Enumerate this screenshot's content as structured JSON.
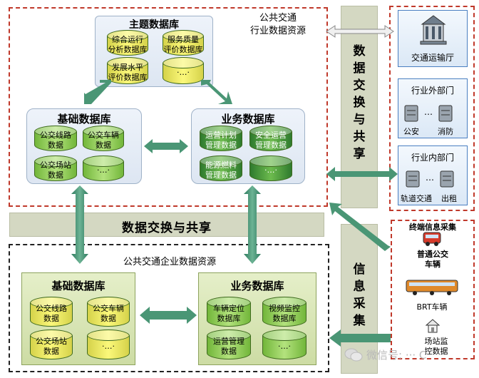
{
  "industry": {
    "title_line1": "公共交通",
    "title_line2": "行业数据资源",
    "theme_db": {
      "title": "主题数据库",
      "items": [
        "综合运行\n分析数据库",
        "服务质量\n评价数据库",
        "发展水平\n评价数据库",
        "·…·"
      ]
    },
    "basic_db": {
      "title": "基础数据库",
      "items": [
        "公交线路\n数据",
        "公交车辆\n数据",
        "公交场站\n数据",
        "·…·"
      ]
    },
    "business_db": {
      "title": "业务数据库",
      "items": [
        "运营计划\n管理数据",
        "安全运营\n管理数据",
        "能源燃料\n管理数据",
        "·…·"
      ]
    }
  },
  "exchange_band": "数据交换与共享",
  "exchange_vertical": "数据交换与共享",
  "collection_vertical": "信息采集",
  "enterprise": {
    "title": "公共交通企业数据资源",
    "basic_db": {
      "title": "基础数据库",
      "items": [
        "公交线路\n数据",
        "公交车辆\n数据",
        "公交场站\n数据",
        "·…·"
      ]
    },
    "business_db": {
      "title": "业务数据库",
      "items": [
        "车辆定位\n数据库",
        "视频监控\n数据库",
        "运营管理\n数据",
        "·…·"
      ]
    }
  },
  "right": {
    "transport_dept": "交通运输厅",
    "external": {
      "title": "行业外部门",
      "left": "公安",
      "right": "消防",
      "ellipsis": "…"
    },
    "internal": {
      "title": "行业内部门",
      "left": "轨道交通",
      "right": "出租",
      "ellipsis": "…"
    },
    "terminal": {
      "title": "终端信息采集",
      "bus": "普通公交\n车辆",
      "brt": "BRT车辆",
      "station": "场站监\n控数据"
    }
  },
  "watermark": "微信号: ··· C",
  "colors": {
    "red_dash": "#c0392b",
    "arrow": "#3f8f6f",
    "green": "#8db35a"
  },
  "icons": [
    "building-icon",
    "server-icon",
    "bus-icon",
    "brt-icon",
    "house-icon",
    "wechat-icon"
  ]
}
